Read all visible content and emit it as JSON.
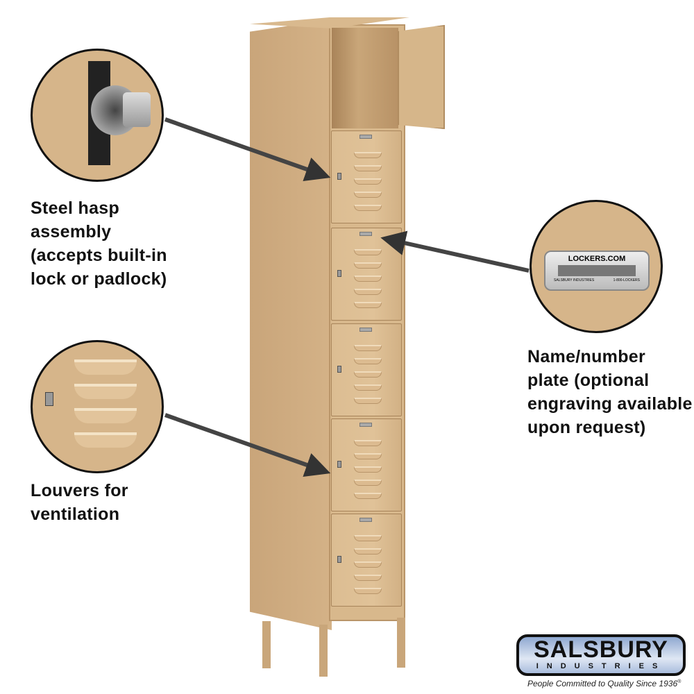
{
  "callouts": {
    "hasp": {
      "lines": [
        "Steel hasp",
        "assembly",
        "(accepts built-in",
        "lock or padlock)"
      ]
    },
    "louvers": {
      "lines": [
        "Louvers for",
        "ventilation"
      ]
    },
    "nameplate": {
      "lines": [
        "Name/number",
        "plate (optional",
        "engraving available",
        "upon request)"
      ],
      "plate_title": "LOCKERS.COM",
      "plate_left": "SALSBURY INDUSTRIES",
      "plate_right": "1-800-LOCKERS"
    }
  },
  "logo": {
    "name": "SALSBURY",
    "sub": "INDUSTRIES",
    "tagline": "People Committed to Quality Since 1936",
    "reg": "®"
  },
  "colors": {
    "tan": "#d8b88c"
  }
}
